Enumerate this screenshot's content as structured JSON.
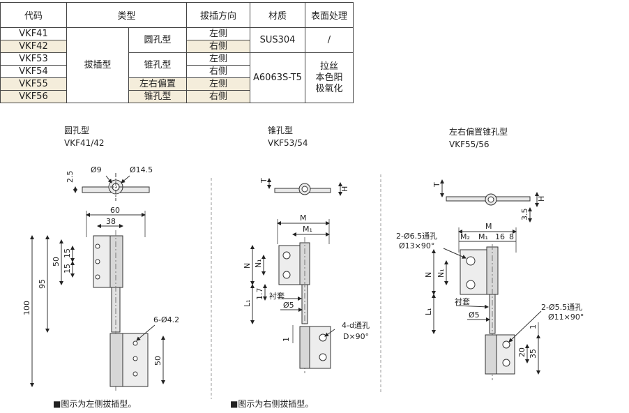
{
  "table": {
    "headers": [
      "代码",
      "类型",
      "拔插方向",
      "材质",
      "表面处理"
    ],
    "codes": [
      "VKF41",
      "VKF42",
      "VKF53",
      "VKF54",
      "VKF55",
      "VKF56"
    ],
    "type_main": "拔插型",
    "subtypes": [
      "圆孔型",
      "锥孔型",
      "左右偏置",
      "锥孔型"
    ],
    "directions": [
      "左侧",
      "右侧",
      "左侧",
      "右侧",
      "左侧",
      "右侧"
    ],
    "materials": [
      "SUS304",
      "A6063S-T5"
    ],
    "finish": [
      "/",
      "拉丝",
      "本色阳",
      "极氧化"
    ]
  },
  "drawings": {
    "round": {
      "title": "圆孔型",
      "models": "VKF41/42",
      "dims": {
        "d_small": "Ø9",
        "d_large": "Ø14.5",
        "thick": "2.5",
        "w60": "60",
        "w38": "38",
        "h50": "50",
        "h15a": "15",
        "h15b": "15",
        "h95": "95",
        "h100": "100",
        "holes": "6-Ø4.2",
        "h50b": "50"
      }
    },
    "taper": {
      "title": "锥孔型",
      "models": "VKF53/54",
      "dims": {
        "T": "T",
        "H": "H",
        "M": "M",
        "M1": "M₁",
        "N": "N",
        "N1": "N₁",
        "L1": "L₁",
        "d17": "1.7",
        "bush": "衬套",
        "d5": "Ø5",
        "holes": "4-d通孔",
        "angle": "D×90°",
        "one": "1"
      }
    },
    "offset": {
      "title": "左右偏置锥孔型",
      "models": "VKF55/56",
      "dims": {
        "T": "T",
        "H": "H",
        "h35": "3.5",
        "M": "M",
        "M2": "M₂",
        "M1": "M₁",
        "w16": "16",
        "w8": "8",
        "holes_top": "2-Ø6.5通孔",
        "cs_top": "Ø13×90°",
        "N": "N",
        "N1": "N₁",
        "L1": "L₁",
        "bush": "衬套",
        "d5": "Ø5",
        "holes_bot": "2-Ø5.5通孔",
        "cs_bot": "Ø11×90°",
        "one": "1",
        "h20": "20",
        "h35b": "35"
      }
    }
  },
  "notes": {
    "left": "■图示为左侧拔插型。",
    "right": "■图示为右侧拔插型。"
  }
}
